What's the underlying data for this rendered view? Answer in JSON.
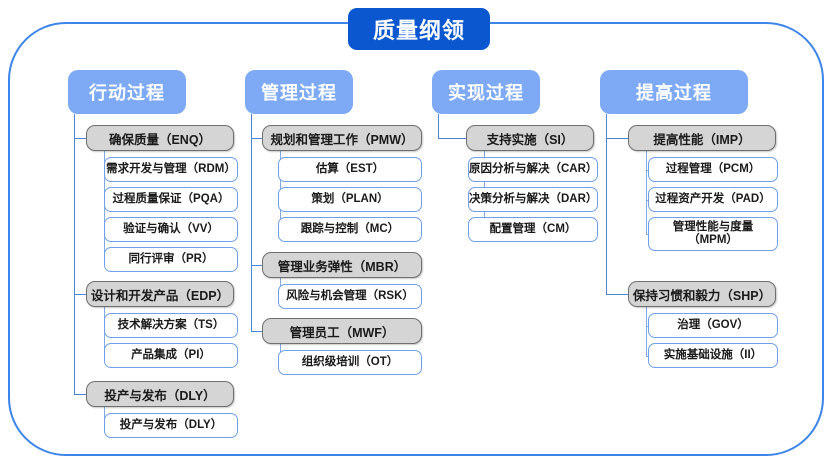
{
  "diagram": {
    "title": "质量纲领",
    "columns": [
      {
        "header": "行动过程",
        "groups": [
          {
            "parent": "确保质量（ENQ）",
            "children": [
              "需求开发与管理（RDM）",
              "过程质量保证（PQA）",
              "验证与确认（VV）",
              "同行评审（PR）"
            ]
          },
          {
            "parent": "设计和开发产品（EDP）",
            "children": [
              "技术解决方案（TS）",
              "产品集成（PI）"
            ]
          },
          {
            "parent": "投产与发布（DLY）",
            "children": [
              "投产与发布（DLY）"
            ]
          }
        ]
      },
      {
        "header": "管理过程",
        "groups": [
          {
            "parent": "规划和管理工作（PMW）",
            "children": [
              "估算（EST）",
              "策划（PLAN）",
              "跟踪与控制（MC）"
            ]
          },
          {
            "parent": "管理业务弹性（MBR）",
            "children": [
              "风险与机会管理（RSK）"
            ]
          },
          {
            "parent": "管理员工（MWF）",
            "children": [
              "组织级培训（OT）"
            ]
          }
        ]
      },
      {
        "header": "实现过程",
        "groups": [
          {
            "parent": "支持实施（SI）",
            "children": [
              "原因分析与解决（CAR）",
              "决策分析与解决（DAR）",
              "配置管理（CM）"
            ]
          }
        ]
      },
      {
        "header": "提高过程",
        "groups": [
          {
            "parent": "提高性能（IMP）",
            "children": [
              "过程管理（PCM）",
              "过程资产开发（PAD）",
              "管理性能与度量\n（MPM）"
            ]
          },
          {
            "parent": "保持习惯和毅力（SHP）",
            "children": [
              "治理（GOV）",
              "实施基础设施（II）"
            ]
          }
        ]
      }
    ]
  },
  "colors": {
    "title_bg": "#0b57d0",
    "header_bg": "#7da9f5",
    "parent_bg": "#d5d5d5",
    "parent_border": "#6f6f6f",
    "child_border": "#6f9fe8",
    "frame_border": "#3d85e8",
    "connector": "#4a86d8"
  }
}
